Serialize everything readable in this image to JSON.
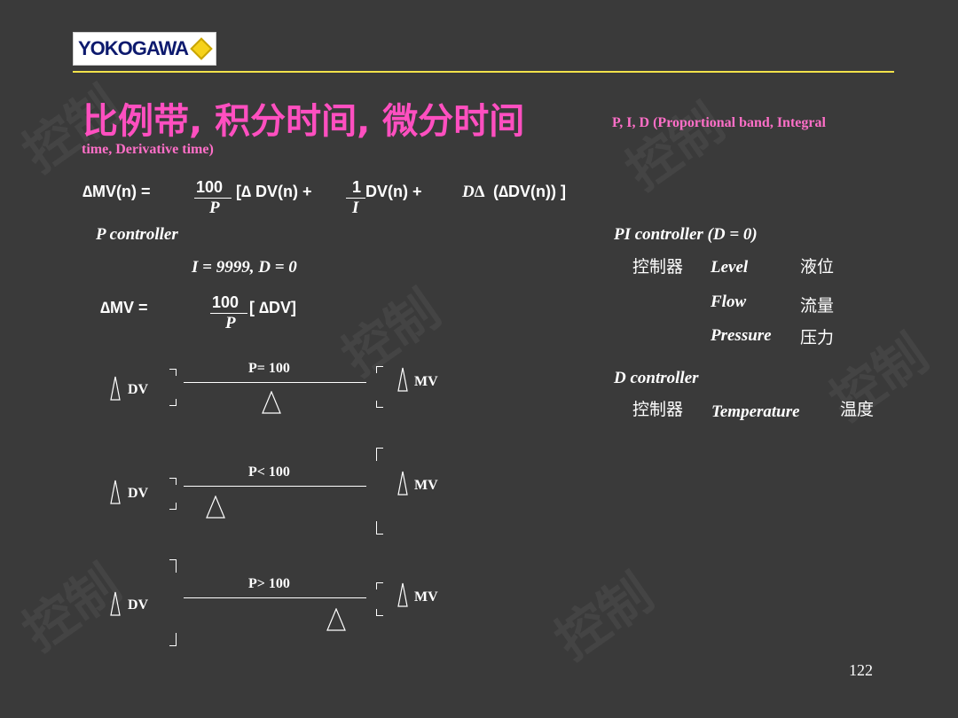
{
  "logo": {
    "text": "YOKOGAWA"
  },
  "title": {
    "chinese": "比例带, 积分时间, 微分时间",
    "english_line1": "P, I, D (Proportional band, Integral",
    "english_line2": "time, Derivative time)"
  },
  "main_formula": {
    "lhs": "∆MV(n) =",
    "frac1_num": "100",
    "frac1_den": "P",
    "term1": "[∆ DV(n) +",
    "frac2_num": "1",
    "frac2_den": "I",
    "term2": "DV(n) +",
    "d_sym": "D∆",
    "term3": "(∆DV(n)) ]"
  },
  "p_controller": {
    "heading": "P controller",
    "params": "I = 9999, D = 0",
    "formula_lhs": "∆MV =",
    "frac_num": "100",
    "frac_den": "P",
    "formula_rhs": "[ ∆DV]"
  },
  "diagrams": [
    {
      "label": "P= 100",
      "dv": "DV",
      "mv": "MV"
    },
    {
      "label": "P< 100",
      "dv": "DV",
      "mv": "MV"
    },
    {
      "label": "P> 100",
      "dv": "DV",
      "mv": "MV"
    }
  ],
  "pi_controller": {
    "heading": "PI controller (D = 0)",
    "controller_cn": "控制器",
    "items": [
      {
        "en": "Level",
        "cn": "液位"
      },
      {
        "en": "Flow",
        "cn": "流量"
      },
      {
        "en": "Pressure",
        "cn": "压力"
      }
    ]
  },
  "d_controller": {
    "heading": "D controller",
    "controller_cn": "控制器",
    "items": [
      {
        "en": "Temperature",
        "cn": "温度"
      }
    ]
  },
  "page_number": "122",
  "colors": {
    "background": "#3a3a3a",
    "title": "#ff4fc0",
    "rule": "#f2e24a",
    "logo_navy": "#0d1a6e"
  }
}
